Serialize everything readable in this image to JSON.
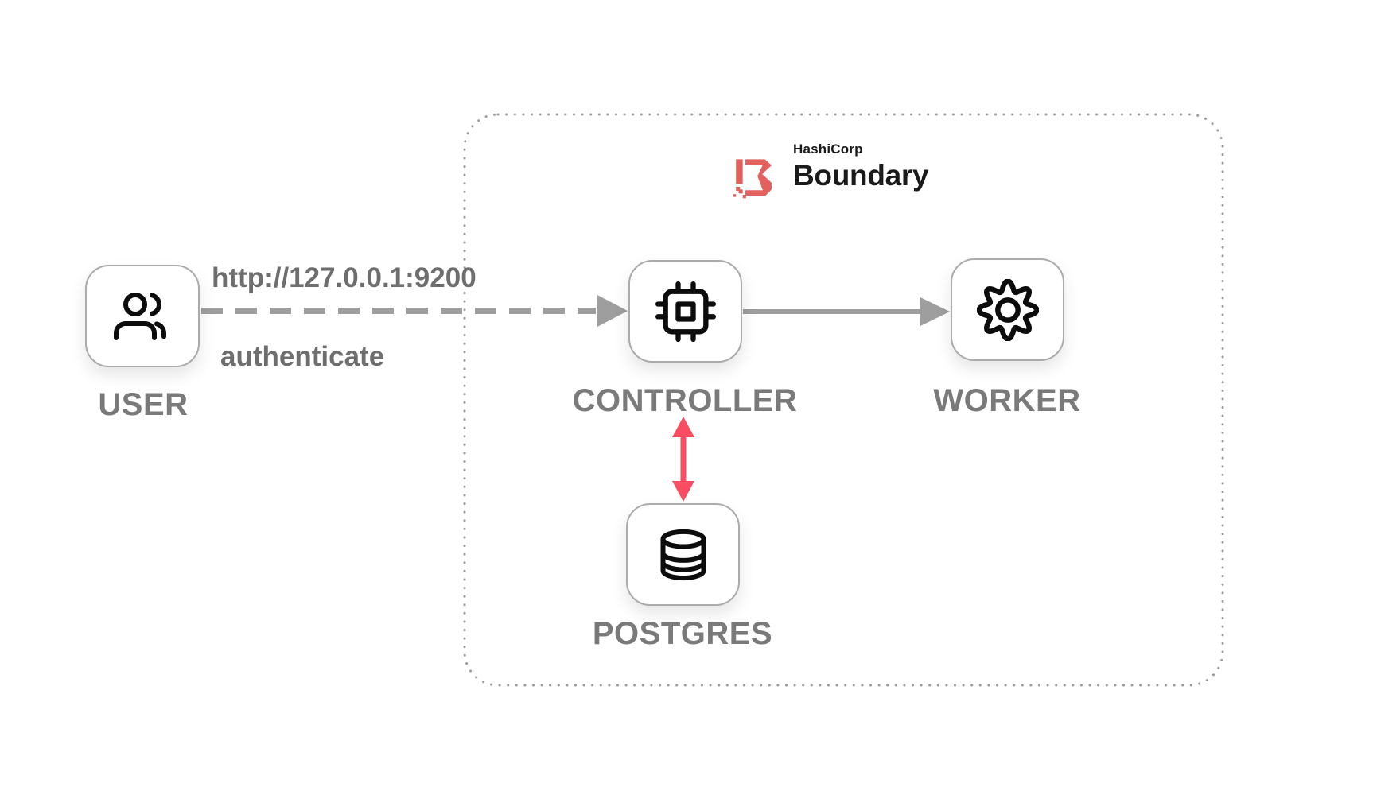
{
  "logo": {
    "company": "HashiCorp",
    "product": "Boundary",
    "mark_icon": "boundary-b-mark-icon",
    "mark_color": "#e2605e",
    "text_color": "#1a1a1a"
  },
  "nodes": {
    "user": {
      "label": "USER",
      "icon": "users-icon"
    },
    "controller": {
      "label": "CONTROLLER",
      "icon": "cpu-icon"
    },
    "worker": {
      "label": "WORKER",
      "icon": "gear-icon"
    },
    "postgres": {
      "label": "POSTGRES",
      "icon": "database-icon"
    }
  },
  "edges": {
    "user_to_controller": {
      "style": "dashed-arrow",
      "color": "#9e9e9e",
      "label_top": "http://127.0.0.1:9200",
      "label_bottom": "authenticate"
    },
    "controller_to_worker": {
      "style": "solid-arrow",
      "color": "#9e9e9e"
    },
    "controller_to_postgres": {
      "style": "double-headed-arrow",
      "color": "#fa4d61"
    }
  },
  "boundary_container": {
    "border_style": "dotted",
    "border_color": "#9c9c9c"
  },
  "colors": {
    "node_border": "#ababab",
    "node_label": "#7a7a7a",
    "edge_label": "#6e6e6e",
    "icon_stroke": "#0c0c0c",
    "background": "#ffffff"
  }
}
